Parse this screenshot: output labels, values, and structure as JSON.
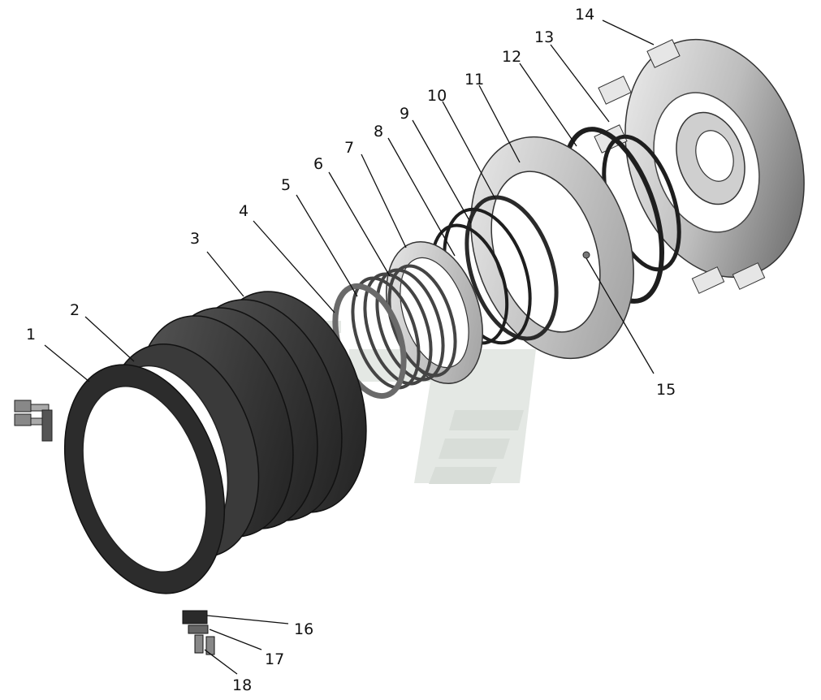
{
  "callouts": [
    {
      "id": 1,
      "text": "1"
    },
    {
      "id": 2,
      "text": "2"
    },
    {
      "id": 3,
      "text": "3"
    },
    {
      "id": 4,
      "text": "4"
    },
    {
      "id": 5,
      "text": "5"
    },
    {
      "id": 6,
      "text": "6"
    },
    {
      "id": 7,
      "text": "7"
    },
    {
      "id": 8,
      "text": "8"
    },
    {
      "id": 9,
      "text": "9"
    },
    {
      "id": 10,
      "text": "10"
    },
    {
      "id": 11,
      "text": "11"
    },
    {
      "id": 12,
      "text": "12"
    },
    {
      "id": 13,
      "text": "13"
    },
    {
      "id": 14,
      "text": "14"
    },
    {
      "id": 15,
      "text": "15"
    },
    {
      "id": 16,
      "text": "16"
    },
    {
      "id": 17,
      "text": "17"
    },
    {
      "id": 18,
      "text": "18"
    }
  ],
  "colors": {
    "background": "#ffffff",
    "part_dark": "#2a2a2a",
    "part_mid": "#6e6e6e",
    "part_light": "#d8d8d8",
    "watermark": "#cfd6cf"
  }
}
